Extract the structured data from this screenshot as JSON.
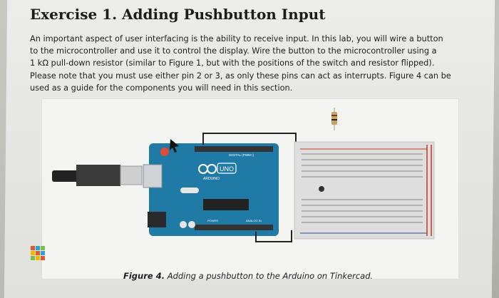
{
  "heading": "Exercise 1. Adding Pushbutton Input",
  "paragraph_lines": [
    "An important aspect of user interfacing is the ability to receive input. In this lab, you will wire a button",
    "to the microcontroller and use it to control the display. Wire the button to the microcontroller using a",
    "1 kΩ pull-down resistor (similar to Figure 1, but with the positions of the switch and resistor flipped).",
    "Please note that you must use either pin 2 or 3, as only these pins can act as interrupts. Figure 4 can be",
    "used as a guide for the components you will need in this section."
  ],
  "figure": {
    "board_label": "UNO",
    "brand_label": "ARDUINO",
    "digital_label": "DIGITAL (PWM~)",
    "analog_label": "ANALOG IN",
    "power_label": "POWER"
  },
  "caption": {
    "label": "Figure 4.",
    "text": "Adding a pushbutton to the Arduino on Tinkercad."
  },
  "colors": {
    "board": "#1f7ba6",
    "breadboard": "#dedede",
    "rail_red": "#c0392b",
    "rail_blue": "#2a4a8a"
  }
}
